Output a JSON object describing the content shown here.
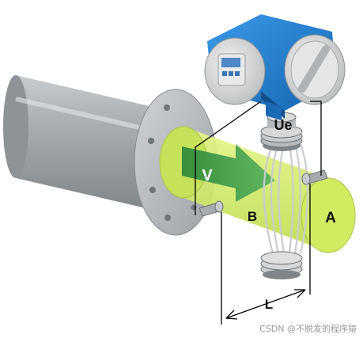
{
  "diagram": {
    "labels": {
      "induced_voltage": "Ue",
      "flow_velocity": "V",
      "magnetic_field": "B",
      "cross_section_area": "A",
      "electrode_distance": "L"
    },
    "watermark": "CSDN @不脱发的程序猿",
    "colors": {
      "housing_blue": "#1f7fd0",
      "cover_gray": "#dcdcdc",
      "display_screen": "#4f86c6",
      "pipe_body": "#9aa0a4",
      "flange": "#b4b7ba",
      "fluid_yellow_green": "#d6f06a",
      "velocity_arrow_green": "#3d9a45",
      "electrode_gray": "#a8acaf",
      "line_black": "#000000"
    }
  }
}
